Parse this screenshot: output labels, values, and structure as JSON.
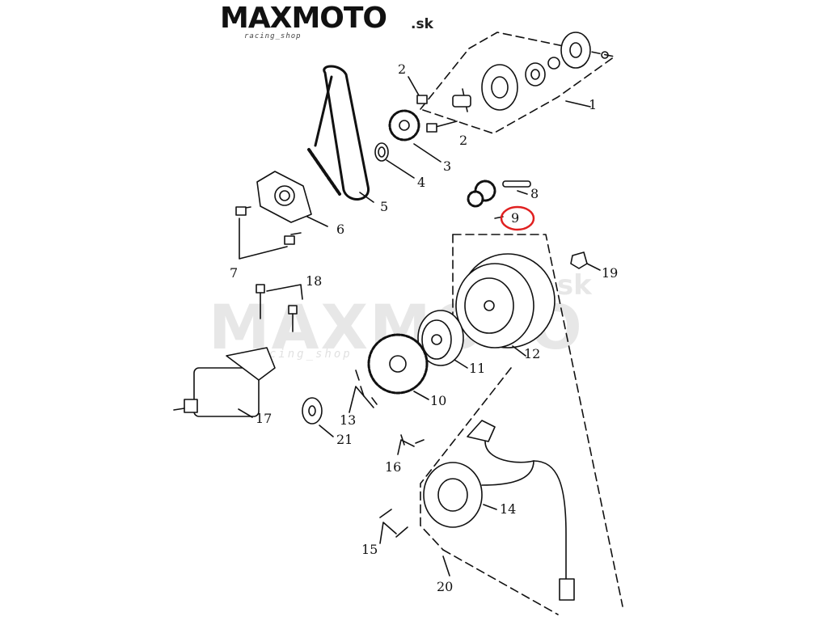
{
  "brand": {
    "name": "MAXMOTO",
    "tld": ".sk",
    "tagline": "racing_shop"
  },
  "watermark": {
    "name": "MAXMOTO",
    "tld": ".sk",
    "tagline": "racing_shop"
  },
  "callouts": {
    "c1": "1",
    "c2a": "2",
    "c2b": "2",
    "c3": "3",
    "c4": "4",
    "c5": "5",
    "c6": "6",
    "c7": "7",
    "c8": "8",
    "c9": "9",
    "c10": "10",
    "c11": "11",
    "c12": "12",
    "c13": "13",
    "c14": "14",
    "c15": "15",
    "c16": "16",
    "c17": "17",
    "c18": "18",
    "c19": "19",
    "c20": "20",
    "c21": "21"
  },
  "highlight": {
    "part": "9",
    "color": "#e02020"
  }
}
